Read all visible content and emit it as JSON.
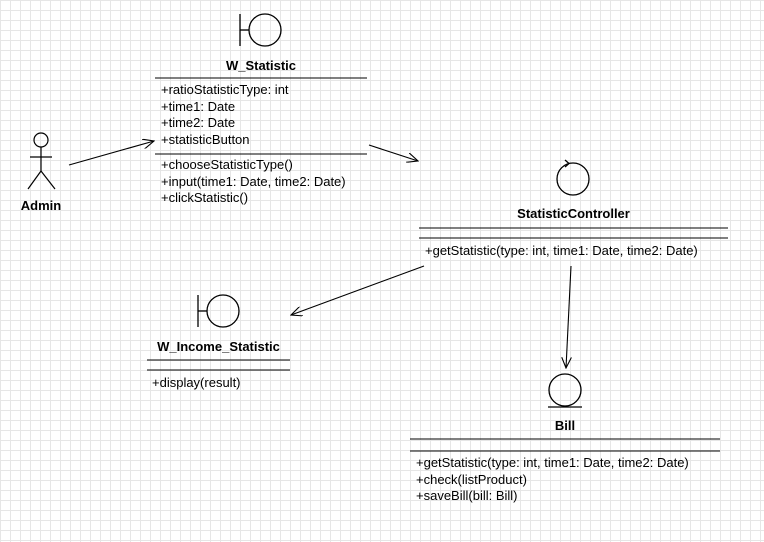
{
  "actor": {
    "name": "Admin"
  },
  "w_statistic": {
    "name": "W_Statistic",
    "attributes": [
      "+ratioStatisticType: int",
      "+time1: Date",
      "+time2: Date",
      "+statisticButton"
    ],
    "operations": [
      "+chooseStatisticType()",
      "+input(time1: Date, time2: Date)",
      "+clickStatistic()"
    ]
  },
  "statistic_controller": {
    "name": "StatisticController",
    "operations": [
      "+getStatistic(type: int, time1: Date, time2: Date)"
    ]
  },
  "w_income_statistic": {
    "name": "W_Income_Statistic",
    "operations": [
      "+display(result)"
    ]
  },
  "bill": {
    "name": "Bill",
    "operations": [
      "+getStatistic(type: int, time1: Date, time2: Date)",
      "+check(listProduct)",
      "+saveBill(bill: Bill)"
    ]
  },
  "colors": {
    "line": "#000000",
    "grid": "#e6e6e6",
    "background": "#ffffff"
  }
}
